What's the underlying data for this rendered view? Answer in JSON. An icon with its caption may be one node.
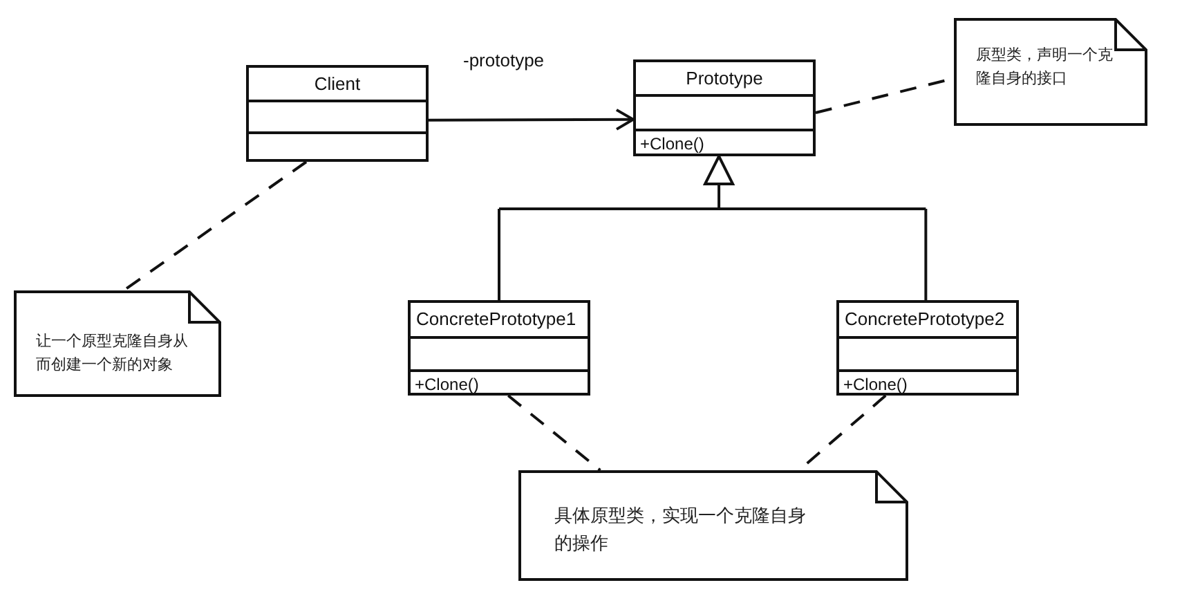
{
  "diagram": {
    "nodes": [
      {
        "text": [
          "Client"
        ]
      },
      {
        "text": [
          "Prototype",
          "+Clone()"
        ]
      },
      {
        "text": [
          "原型类，声明一个克隆自身的接口"
        ]
      },
      {
        "text": [
          "ConcretePrototype1",
          "+Clone()"
        ]
      },
      {
        "text": [
          "ConcretePrototype2",
          "+Clone()"
        ]
      },
      {
        "text": [
          "让一个原型克隆自身从而创建一个新的对象"
        ]
      },
      {
        "text": [
          "具体原型类，实现一个克隆自身的操作"
        ]
      }
    ],
    "edges": [
      {
        "from": 0,
        "to": 1,
        "arrow": "to",
        "label": "-prototype"
      },
      {
        "from": 1,
        "to": 2,
        "arrow": "none",
        "style": "dashed"
      },
      {
        "from": 3,
        "to": 1,
        "arrow": "to"
      },
      {
        "from": 4,
        "to": 1,
        "arrow": "to"
      },
      {
        "from": 0,
        "to": 5,
        "arrow": "none",
        "style": "dashed"
      },
      {
        "from": 3,
        "to": 6,
        "arrow": "none",
        "style": "dashed"
      },
      {
        "from": 4,
        "to": 6,
        "arrow": "none",
        "style": "dashed"
      }
    ]
  }
}
